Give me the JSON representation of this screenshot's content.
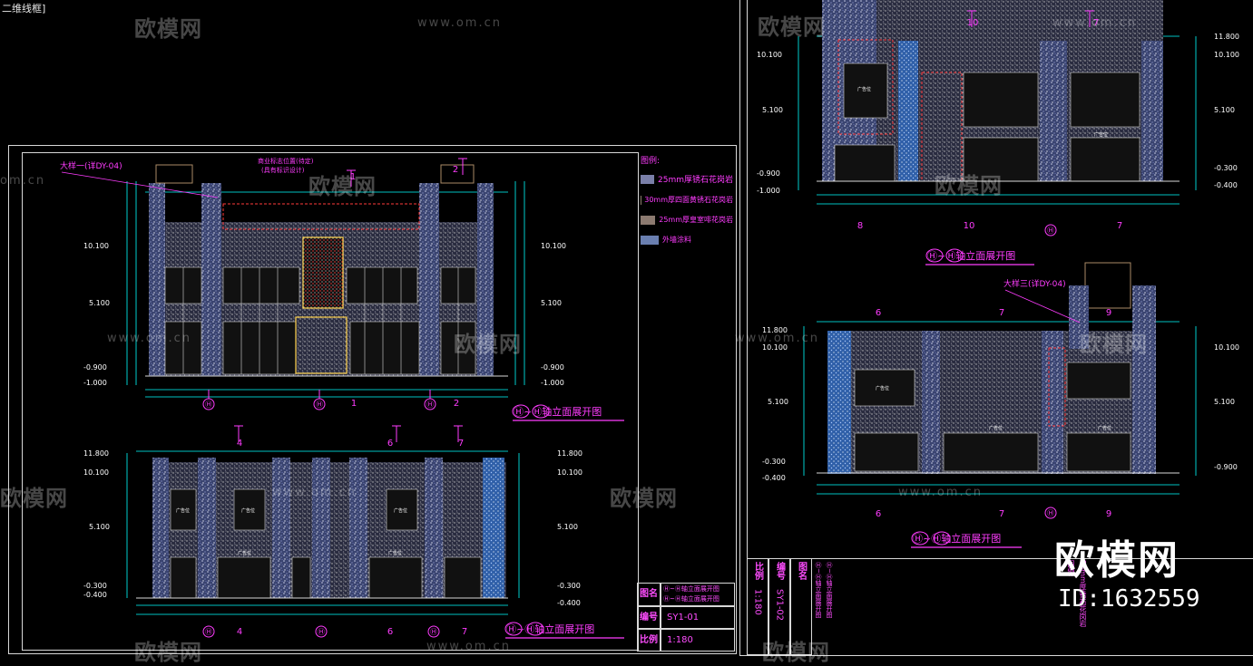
{
  "viewport": {
    "label": "二维线框]"
  },
  "drawings": {
    "d1": {
      "title": "Ⓗ~Ⓗ轴立面展开图",
      "large_sample": "大样一(详DY-04)",
      "sign_note_1": "商业标志位置(待定)",
      "sign_note_2": "(具有标识设计)",
      "floor_levels": [
        "10.100",
        "5.100",
        "-0.900",
        "-1.000"
      ],
      "axis_bottom": [
        "Ⓗ",
        "Ⓗ",
        "1",
        "Ⓗ",
        "2"
      ],
      "axis_top": [
        "1",
        "2"
      ]
    },
    "d2": {
      "title": "Ⓗ~Ⓗ轴立面展开图",
      "floor_levels": [
        "11.800",
        "10.100",
        "5.100",
        "-0.300",
        "-0.400"
      ],
      "axis_bottom": [
        "Ⓗ",
        "4",
        "Ⓗ",
        "6",
        "Ⓗ",
        "7"
      ],
      "axis_top": [
        "4",
        "6",
        "7"
      ]
    },
    "d3": {
      "title": "Ⓗ~Ⓗ轴立面展开图",
      "floor_levels_left": [
        "10.100",
        "5.100",
        "-0.900",
        "-1.000"
      ],
      "floor_levels_right": [
        "11.800",
        "10.100",
        "5.100",
        "-0.300",
        "-0.400"
      ],
      "axis_bottom": [
        "8",
        "10",
        "Ⓗ",
        "7"
      ],
      "axis_top": [
        "10",
        "7"
      ]
    },
    "d4": {
      "title": "Ⓗ~Ⓗ轴立面展开图",
      "large_sample": "大样三(详DY-04)",
      "floor_levels_left": [
        "11.800",
        "10.100",
        "5.100",
        "-0.300",
        "-0.400"
      ],
      "floor_levels_right": [
        "10.100",
        "5.100",
        "-0.900"
      ],
      "axis_bottom": [
        "6",
        "7",
        "Ⓗ",
        "9"
      ],
      "axis_top": [
        "6",
        "7",
        "9"
      ]
    }
  },
  "legend": {
    "title": "图例:",
    "items": [
      {
        "label": "25mm厚锈石花岗岩",
        "color": "#7a7fa8"
      },
      {
        "label": "30mm厚四面黄锈石花岗岩",
        "color": "#8a7c6a"
      },
      {
        "label": "25mm厚皇室啡花岗岩",
        "color": "#8c7a70"
      },
      {
        "label": "外墙涂料",
        "color": "#6a7fb0"
      }
    ]
  },
  "title_block_1": {
    "name_label": "图名",
    "name_values": [
      "Ⓗ~Ⓗ轴立面展开图",
      "Ⓗ~Ⓗ轴立面展开图"
    ],
    "number_label": "编号",
    "number_value": "SY1-01",
    "scale_label": "比例",
    "scale_value": "1:180"
  },
  "title_block_2": {
    "scale_label": "比例",
    "scale_value": "1:180",
    "number_label": "编号",
    "number_value": "SY1-02",
    "name_label": "图名",
    "name_values": [
      "Ⓗ~Ⓗ轴立面展开图",
      "Ⓗ~Ⓗ轴立面展开图"
    ],
    "legend_title": "图例:",
    "legend_item": "25mm厚锈石花岗岩"
  },
  "watermark": {
    "brand": "欧模网",
    "url": "www.om.cn",
    "url_short": "om.cn"
  },
  "brand_overlay": {
    "name": "欧模网",
    "id": "ID:1632559"
  },
  "colors": {
    "background": "#000000",
    "frame": "#d8d8d8",
    "annotation": "#ff3cff",
    "axis": "#ff3cff",
    "dimension": "#00ffff",
    "stone": "#8c95c4",
    "level_text": "#ffffff"
  }
}
